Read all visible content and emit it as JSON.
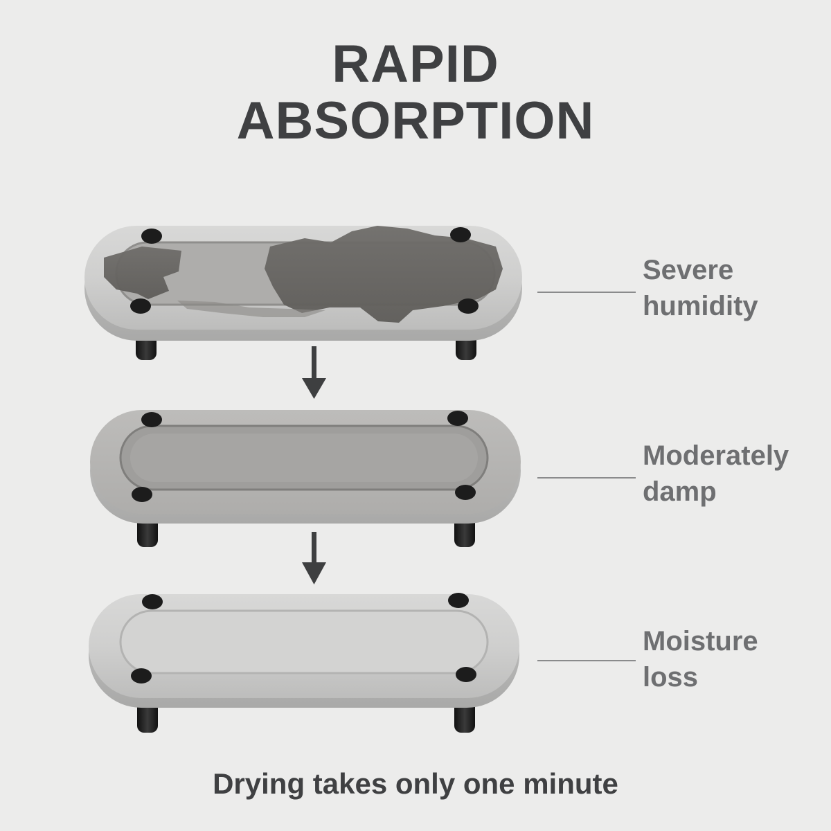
{
  "title": {
    "line1": "RAPID",
    "line2": "ABSORPTION"
  },
  "stages": [
    {
      "state": "severe",
      "label_line1": "Severe",
      "label_line2": "humidity"
    },
    {
      "state": "moderate",
      "label_line1": "Moderately",
      "label_line2": "damp"
    },
    {
      "state": "dry",
      "label_line1": "Moisture",
      "label_line2": "loss"
    }
  ],
  "icons": [
    "down-arrow-icon",
    "down-arrow-icon"
  ],
  "caption": "Drying takes only one minute",
  "colors": {
    "background": "#ececeb",
    "heading": "#3f4042",
    "label": "#6e6f71",
    "connector_line": "#8a8b8c",
    "arrow": "#3e3f40",
    "feet": "#1c1c1c"
  }
}
